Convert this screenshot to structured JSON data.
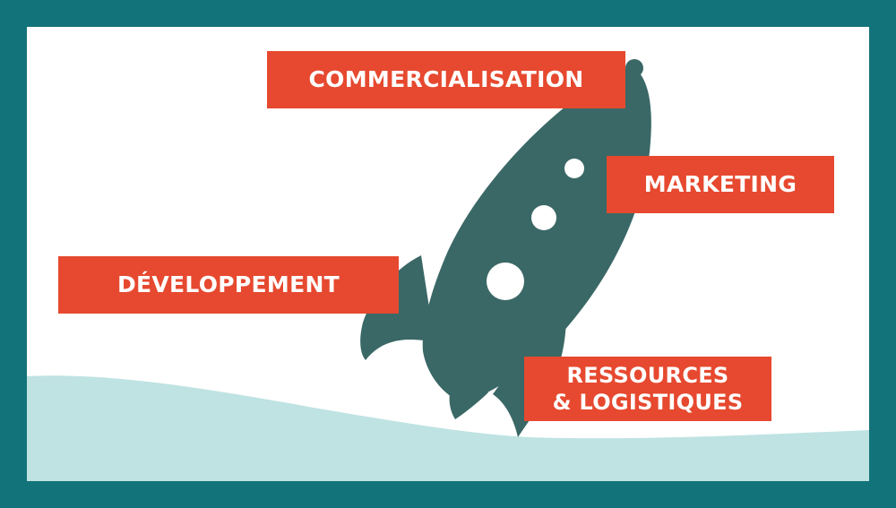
{
  "diagram": {
    "labels": {
      "commercialisation": "COMMERCIALISATION",
      "marketing": "MARKETING",
      "developpement": "DÉVELOPPEMENT",
      "ressources_line1": "RESSOURCES",
      "ressources_line2": "& LOGISTIQUES"
    },
    "colors": {
      "frame": "#13737a",
      "background": "#ffffff",
      "ground": "#bfe3e2",
      "rocket": "#3a6866",
      "label_fill": "#e6492f",
      "label_text": "#ffffff"
    },
    "icons": {
      "rocket": "rocket-icon"
    }
  }
}
